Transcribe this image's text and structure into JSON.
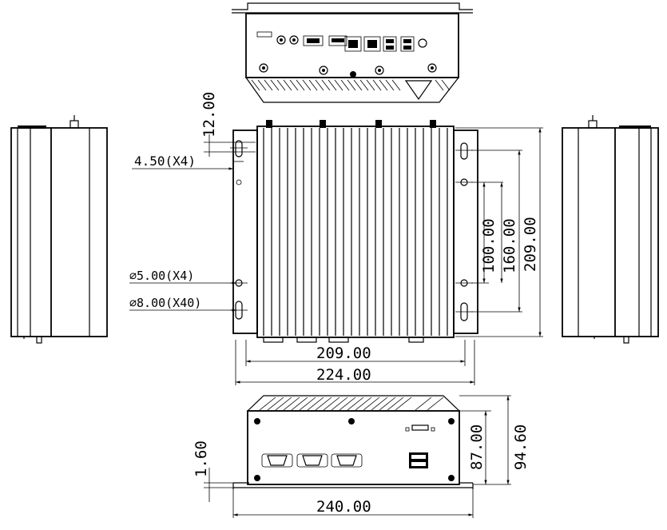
{
  "dimensions": {
    "top_margin": "12.00",
    "slot_dia": "4.50(X4)",
    "hole_dia_5": "∅5.00(X4)",
    "hole_dia_8": "∅8.00(X40)",
    "width_inner": "209.00",
    "width_outer": "224.00",
    "height_100": "100.00",
    "height_160": "160.00",
    "height_209": "209.00",
    "rear_height_87": "87.00",
    "rear_height_94": "94.60",
    "bracket_thickness": "1.60",
    "rear_width": "240.00"
  }
}
